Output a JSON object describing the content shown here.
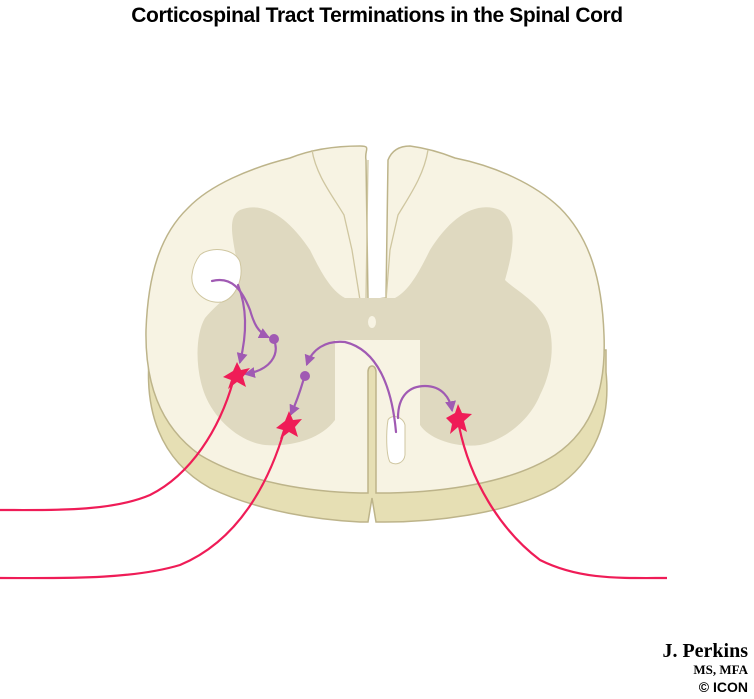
{
  "title": "Corticospinal Tract Terminations in the Spinal Cord",
  "credit": {
    "name": "J. Perkins",
    "degrees": "MS, MFA",
    "copyright": "© ICON"
  },
  "colors": {
    "white_matter": "#f7f3e3",
    "gray_matter": "#dfd9c0",
    "side_wall": "#e6dfb4",
    "tract": "#ffffff",
    "pathway": "#a05ab3",
    "motor_neuron": "#ef1c57"
  },
  "icons": {
    "interneuron": "purple-dot-icon",
    "motor_neuron": "red-star-neuron-icon"
  }
}
